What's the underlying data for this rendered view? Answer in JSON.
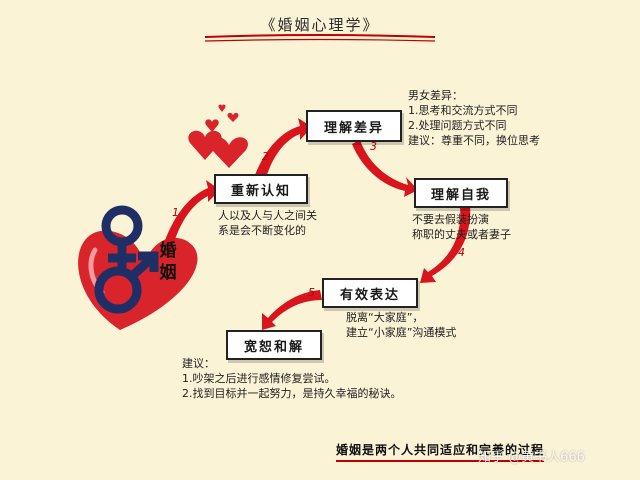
{
  "title": "《婚姻心理学》",
  "left_label": "婚\n姻",
  "steps": {
    "renew": "重新认知",
    "diff": "理解差异",
    "self": "理解自我",
    "express": "有效表达",
    "forgive": "宽恕和解"
  },
  "numbers": [
    "1",
    "2",
    "3",
    "4",
    "5"
  ],
  "notes": {
    "renew": [
      "人以及人与人之间关",
      "系是会不断变化的"
    ],
    "diff": [
      "男女差异：",
      "1.思考和交流方式不同",
      "2.处理问题方式不同",
      "建议：尊重不同，换位思考"
    ],
    "self": [
      "不要去假装扮演",
      "称职的丈夫或者妻子"
    ],
    "express": [
      "脱离“大家庭”，",
      "建立“小家庭”沟通模式"
    ],
    "forgive": [
      "建议：",
      "1.吵架之后进行感情修复尝试。",
      "2.找到目标并一起努力，是持久幸福的秘诀。"
    ]
  },
  "bottom_text": "婚姻是两个人共同适应和完善的过程",
  "watermark": "知乎 @黄书人666",
  "colors": {
    "arrow": "#d8141c",
    "heart": "#d8242a",
    "symbol": "#1f2f66",
    "background": "#fbf3d6"
  }
}
